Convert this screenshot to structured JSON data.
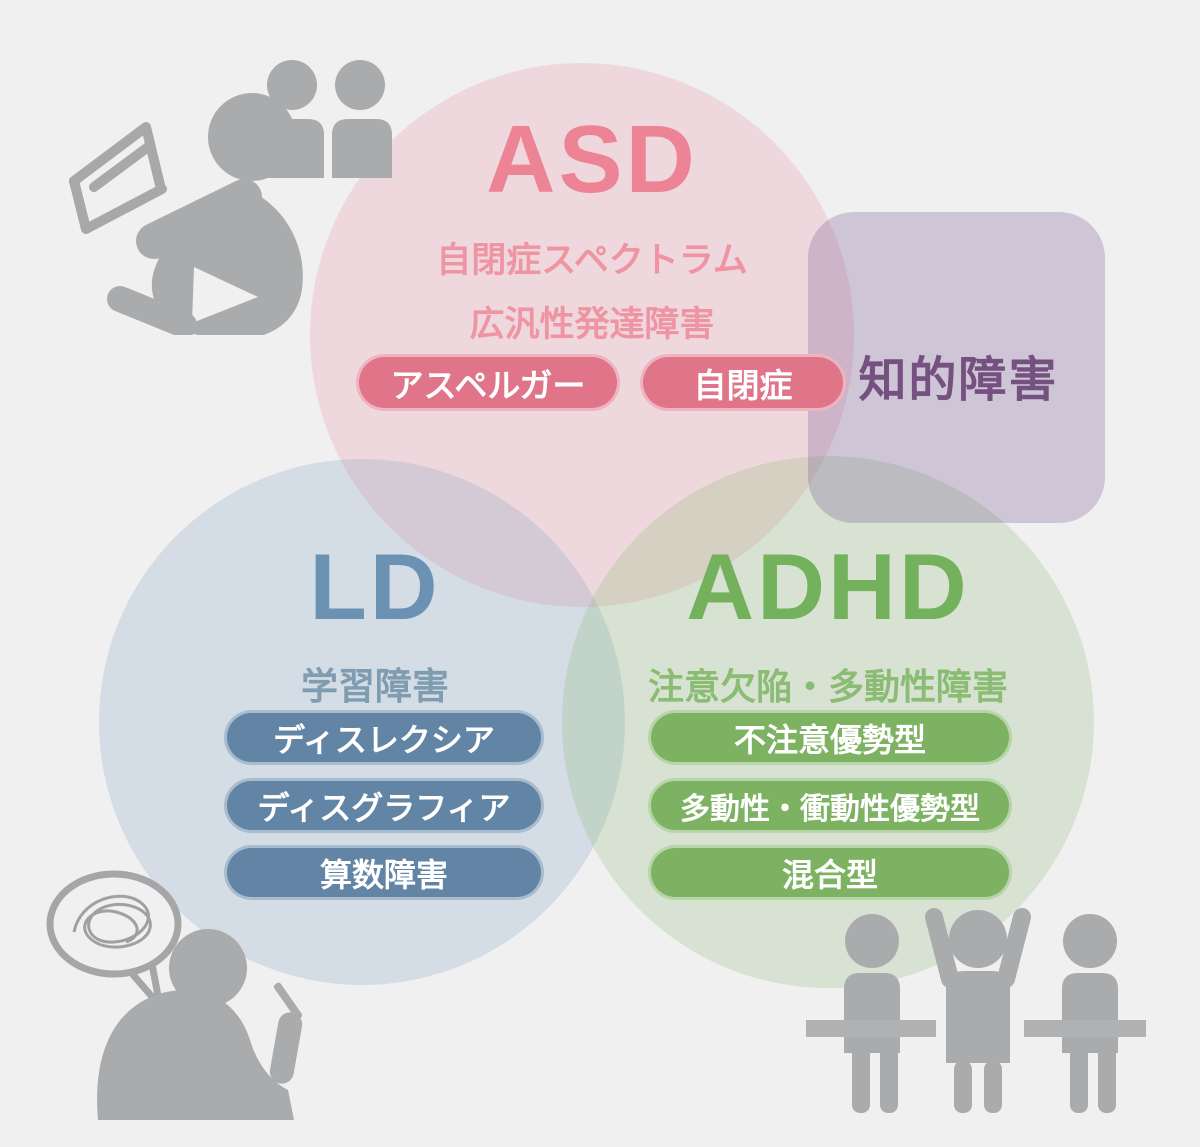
{
  "venn": {
    "asd": {
      "label": "ASD",
      "subtitle_line1": "自閉症スペクトラム",
      "subtitle_line2": "広汎性発達障害",
      "tags": [
        "アスペルガー",
        "自閉症"
      ]
    },
    "ld": {
      "label": "LD",
      "subtitle": "学習障害",
      "tags": [
        "ディスレクシア",
        "ディスグラフィア",
        "算数障害"
      ]
    },
    "adhd": {
      "label": "ADHD",
      "subtitle": "注意欠陥・多動性障害",
      "tags": [
        "不注意優勢型",
        "多動性・衝動性優勢型",
        "混合型"
      ]
    },
    "intellectual_disability": {
      "label": "知的障害"
    }
  },
  "illustrations": {
    "top_left": [
      "reading-person-icon",
      "two-people-icon"
    ],
    "bottom_left": [
      "speech-bubble-scribble-icon",
      "writing-person-icon"
    ],
    "bottom_right": [
      "classroom-group-icon"
    ]
  },
  "colors": {
    "background": "#f0f0f1",
    "asd_pink": "#e0758a",
    "asd_title": "#ed8495",
    "ld_blue": "#6285a5",
    "ld_title": "#6b92b3",
    "adhd_green": "#7cb261",
    "adhd_title": "#74b15d",
    "intellectual_purple": "#74517f",
    "silhouette_gray": "#aaabad"
  }
}
